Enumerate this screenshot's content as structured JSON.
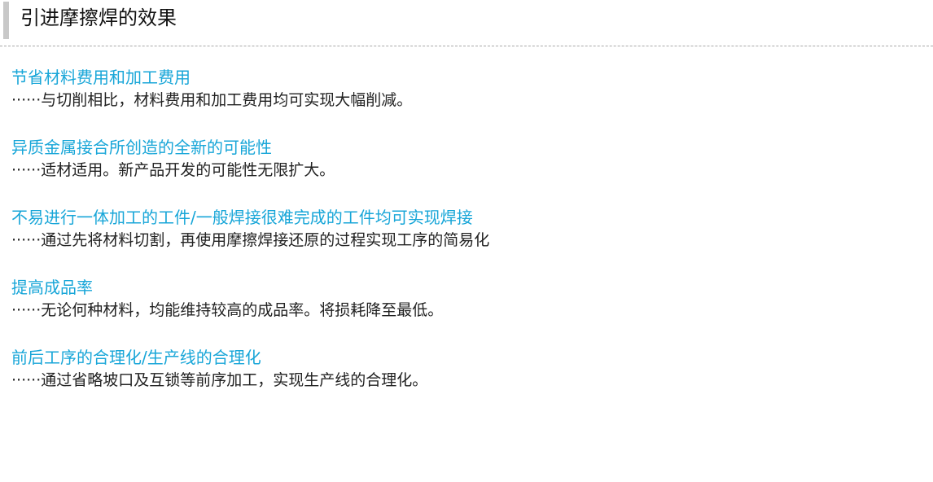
{
  "page": {
    "title": "引进摩擦焊的效果"
  },
  "effects": [
    {
      "heading": "节省材料费用和加工费用",
      "dots": "······",
      "text": "与切削相比，材料费用和加工费用均可实现大幅削减。"
    },
    {
      "heading": "异质金属接合所创造的全新的可能性",
      "dots": "······",
      "text": "适材适用。新产品开发的可能性无限扩大。"
    },
    {
      "heading": "不易进行一体加工的工件/一般焊接很难完成的工件均可实现焊接",
      "dots": "······",
      "text": "通过先将材料切割，再使用摩擦焊接还原的过程实现工序的简易化"
    },
    {
      "heading": "提高成品率",
      "dots": "······",
      "text": "无论何种材料，均能维持较高的成品率。将损耗降至最低。"
    },
    {
      "heading": "前后工序的合理化/生产线的合理化",
      "dots": "······",
      "text": "通过省略坡口及互锁等前序加工，实现生产线的合理化。"
    }
  ],
  "colors": {
    "heading": "#18a6d8",
    "body_text": "#222222",
    "title_bar": "#c8c8c8",
    "divider": "#a8a8a8"
  }
}
